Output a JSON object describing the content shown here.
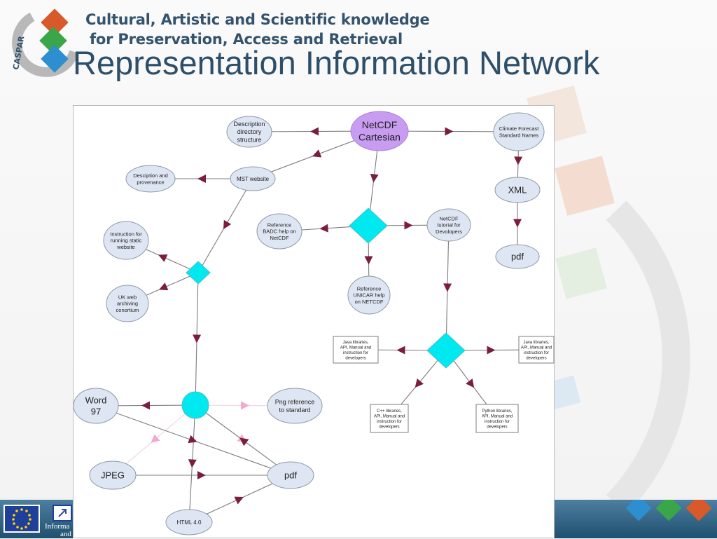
{
  "header": {
    "line1": "Cultural, Artistic and Scientific knowledge",
    "line2": "for Preservation, Access and Retrieval",
    "logo_text": "CASPAR",
    "title": "Representation Information Network"
  },
  "footer": {
    "text1": "Informa",
    "text2": "and"
  },
  "colors": {
    "title": "#2e4f69",
    "ellipse_fill": "#dfe6f3",
    "ellipse_stroke": "#8f98a8",
    "netcdf_fill": "#c89cf0",
    "connector_fill": "#00e8f0",
    "arrow": "#7a1e3c",
    "arrow_light": "#f3a9cf"
  },
  "diagram": {
    "nodes": [
      {
        "id": "netcdf",
        "shape": "ellipse",
        "lines": [
          "NetCDF",
          "Cartesian"
        ]
      },
      {
        "id": "desc_dir",
        "shape": "ellipse",
        "lines": [
          "Description",
          "directory",
          "structure"
        ]
      },
      {
        "id": "climate",
        "shape": "ellipse",
        "lines": [
          "Climate Forecast",
          "Standard Names"
        ]
      },
      {
        "id": "mst",
        "shape": "ellipse",
        "lines": [
          "MST website"
        ]
      },
      {
        "id": "desc_prov",
        "shape": "ellipse",
        "lines": [
          "Desciption and",
          "provenance"
        ]
      },
      {
        "id": "xml",
        "shape": "ellipse",
        "lines": [
          "XML"
        ]
      },
      {
        "id": "ref_badc",
        "shape": "ellipse",
        "lines": [
          "Reference",
          "BADC help on",
          "NetCDF"
        ]
      },
      {
        "id": "netcdf_tut",
        "shape": "ellipse",
        "lines": [
          "NetCDF",
          "tutorial for",
          "Devolopers"
        ]
      },
      {
        "id": "pdf1",
        "shape": "ellipse",
        "lines": [
          "pdf"
        ]
      },
      {
        "id": "instr",
        "shape": "ellipse",
        "lines": [
          "Instruction for",
          "running static",
          "website"
        ]
      },
      {
        "id": "ref_unicar",
        "shape": "ellipse",
        "lines": [
          "Reference",
          "UNICAR help",
          "on NETCDF"
        ]
      },
      {
        "id": "ukweb",
        "shape": "ellipse",
        "lines": [
          "UK web",
          "archiving",
          "conortium"
        ]
      },
      {
        "id": "java1",
        "shape": "rect",
        "lines": [
          "Java libraries,",
          "API, Manual and",
          "instruction for",
          "developers"
        ]
      },
      {
        "id": "java2",
        "shape": "rect",
        "lines": [
          "Java libraries,",
          "API, Manual and",
          "instruction for",
          "developers"
        ]
      },
      {
        "id": "word97",
        "shape": "ellipse",
        "lines": [
          "Word",
          "97"
        ]
      },
      {
        "id": "png",
        "shape": "ellipse",
        "lines": [
          "Png reference",
          "to standard"
        ]
      },
      {
        "id": "cpp",
        "shape": "rect",
        "lines": [
          "C++ libraries,",
          "API, Manual and",
          "instruction for",
          "developers"
        ]
      },
      {
        "id": "python",
        "shape": "rect",
        "lines": [
          "Python libraries,",
          "API, Manual and",
          "instruction for",
          "developers"
        ]
      },
      {
        "id": "jpeg",
        "shape": "ellipse",
        "lines": [
          "JPEG"
        ]
      },
      {
        "id": "pdf2",
        "shape": "ellipse",
        "lines": [
          "pdf"
        ]
      },
      {
        "id": "html4",
        "shape": "ellipse",
        "lines": [
          "HTML 4.0"
        ]
      },
      {
        "id": "d1",
        "shape": "diamond",
        "lines": []
      },
      {
        "id": "d2",
        "shape": "diamond",
        "lines": []
      },
      {
        "id": "d3",
        "shape": "diamond",
        "lines": []
      },
      {
        "id": "c1",
        "shape": "circle",
        "lines": []
      }
    ],
    "edges": [
      {
        "from": "netcdf",
        "to": "desc_dir"
      },
      {
        "from": "netcdf",
        "to": "climate"
      },
      {
        "from": "netcdf",
        "to": "mst"
      },
      {
        "from": "netcdf",
        "to": "d1"
      },
      {
        "from": "climate",
        "to": "xml"
      },
      {
        "from": "xml",
        "to": "pdf1"
      },
      {
        "from": "mst",
        "to": "desc_prov"
      },
      {
        "from": "mst",
        "to": "d2"
      },
      {
        "from": "d1",
        "to": "ref_badc"
      },
      {
        "from": "d1",
        "to": "netcdf_tut"
      },
      {
        "from": "d1",
        "to": "ref_unicar"
      },
      {
        "from": "netcdf_tut",
        "to": "d3"
      },
      {
        "from": "d2",
        "to": "instr"
      },
      {
        "from": "d2",
        "to": "ukweb"
      },
      {
        "from": "d2",
        "to": "c1"
      },
      {
        "from": "d3",
        "to": "java1"
      },
      {
        "from": "d3",
        "to": "java2"
      },
      {
        "from": "d3",
        "to": "cpp"
      },
      {
        "from": "d3",
        "to": "python"
      },
      {
        "from": "c1",
        "to": "word97"
      },
      {
        "from": "c1",
        "to": "png",
        "light": true
      },
      {
        "from": "c1",
        "to": "html4"
      },
      {
        "from": "c1",
        "to": "jpeg",
        "light": true
      },
      {
        "from": "c1",
        "to": "pdf2",
        "light": true
      },
      {
        "from": "word97",
        "to": "pdf2"
      },
      {
        "from": "jpeg",
        "to": "pdf2"
      },
      {
        "from": "pdf2",
        "to": "c1"
      },
      {
        "from": "html4",
        "to": "pdf2"
      }
    ]
  }
}
